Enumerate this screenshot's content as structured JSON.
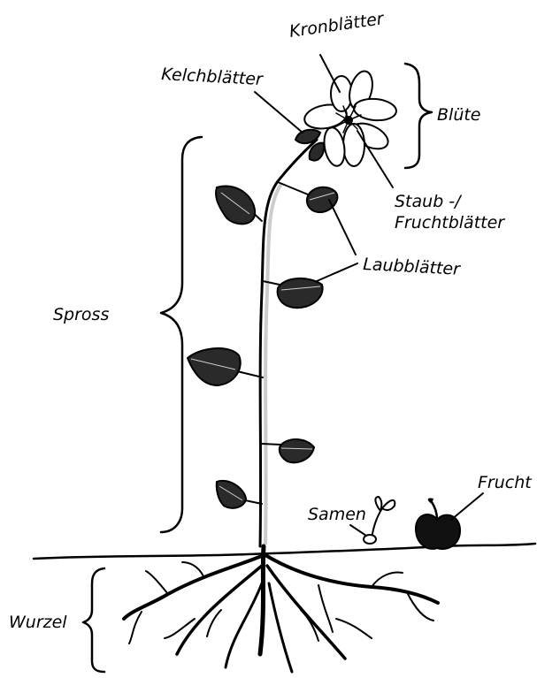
{
  "labels": {
    "kronblaetter": "Kronblätter",
    "kelchblaetter": "Kelchblätter",
    "bluete": "Blüte",
    "staub_line1": "Staub -/",
    "staub_line2": "Fruchtblätter",
    "laubblaetter": "Laubblätter",
    "spross": "Spross",
    "samen": "Samen",
    "frucht": "Frucht",
    "wurzel": "Wurzel"
  },
  "colors": {
    "ink": "#000000",
    "background": "#ffffff",
    "leaf_fill": "#2a2a2a"
  }
}
